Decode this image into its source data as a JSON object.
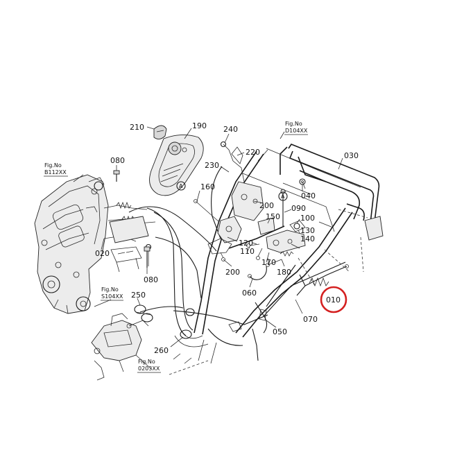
{
  "diagram": {
    "part_numbers": {
      "p010": "010",
      "p020": "020",
      "p030": "030",
      "p040": "040",
      "p050": "050",
      "p060": "060",
      "p070": "070",
      "p080a": "080",
      "p080b": "080",
      "p090": "090",
      "p100": "100",
      "p110": "110",
      "p120": "120",
      "p130": "130",
      "p140": "140",
      "p150": "150",
      "p160": "160",
      "p170": "170",
      "p180": "180",
      "p190": "190",
      "p200a": "200",
      "p200b": "200",
      "p210": "210",
      "p220": "220",
      "p230": "230",
      "p240": "240",
      "p250": "250",
      "p260": "260"
    },
    "figure_refs": {
      "fig_label": "Fig.No",
      "b112": "B112XX",
      "d104": "D104XX",
      "s104": "S104XX",
      "g203": "0203XX"
    },
    "marker_letter": "A",
    "highlight": {
      "target_part": "010",
      "color": "#d42020"
    },
    "colors": {
      "line": "#1a1a1a",
      "background": "#ffffff"
    }
  }
}
